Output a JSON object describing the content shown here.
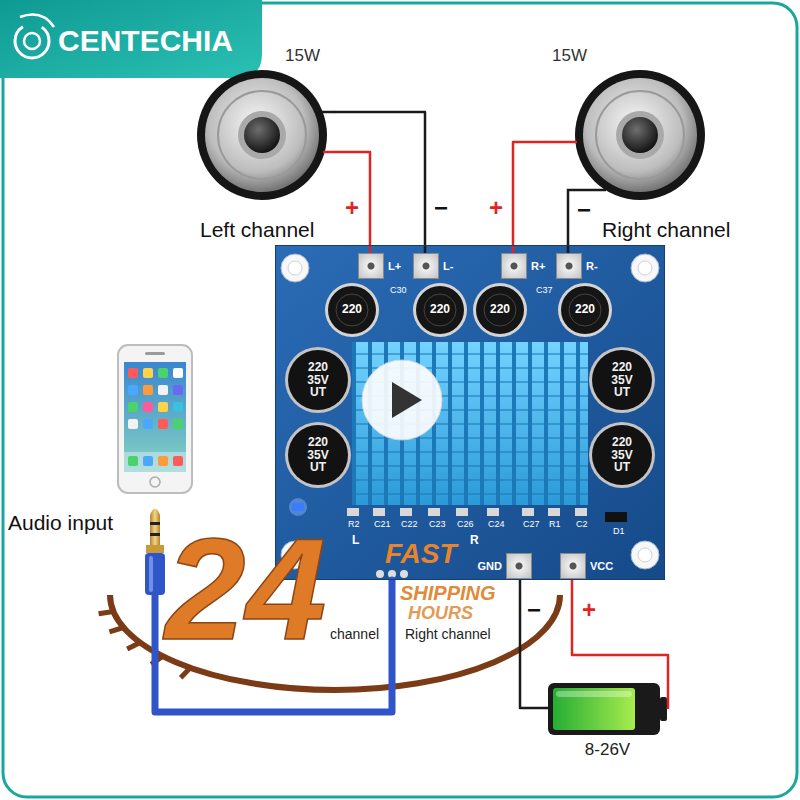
{
  "diagram": {
    "nodes": [
      {
        "text": [
          "15W",
          "Left channel"
        ]
      },
      {
        "text": [
          "15W",
          "Right channel"
        ]
      },
      {
        "text": [
          "C30",
          "C37",
          "R2",
          "C21",
          "C22",
          "C23",
          "C26",
          "C24",
          "C27",
          "R1",
          "C2",
          "D1"
        ]
      },
      {
        "text": [
          "L+"
        ],
        "in": 2
      },
      {
        "text": [
          "L-"
        ],
        "in": 2
      },
      {
        "text": [
          "R+"
        ],
        "in": 2
      },
      {
        "text": [
          "R-"
        ],
        "in": 2
      },
      {
        "text": [
          "GND"
        ],
        "in": 2
      },
      {
        "text": [
          "VCC"
        ],
        "in": 2
      },
      {
        "text": [
          "Audio input"
        ]
      },
      {
        "text": [
          "8-26V"
        ]
      }
    ],
    "edges": [
      {
        "from": 0,
        "to": 3,
        "label": "+",
        "arrow": "none"
      },
      {
        "from": 0,
        "to": 4,
        "label": "−",
        "arrow": "none"
      },
      {
        "from": 1,
        "to": 5,
        "label": "+",
        "arrow": "none"
      },
      {
        "from": 1,
        "to": 6,
        "label": "−",
        "arrow": "none"
      },
      {
        "from": 9,
        "to": 2,
        "arrow": "none"
      },
      {
        "from": 7,
        "to": 10,
        "label": "−",
        "arrow": "none"
      },
      {
        "from": 8,
        "to": 10,
        "label": "+",
        "arrow": "none"
      }
    ],
    "labels": [
      "CENTECHIA",
      "220",
      "220",
      "220",
      "220",
      "220 35V UT",
      "220 35V UT",
      "220 35V UT",
      "220 35V UT",
      "L",
      "R",
      "24",
      "FAST",
      "SHIPPING",
      "HOURS",
      "channel",
      "Right channel"
    ]
  }
}
